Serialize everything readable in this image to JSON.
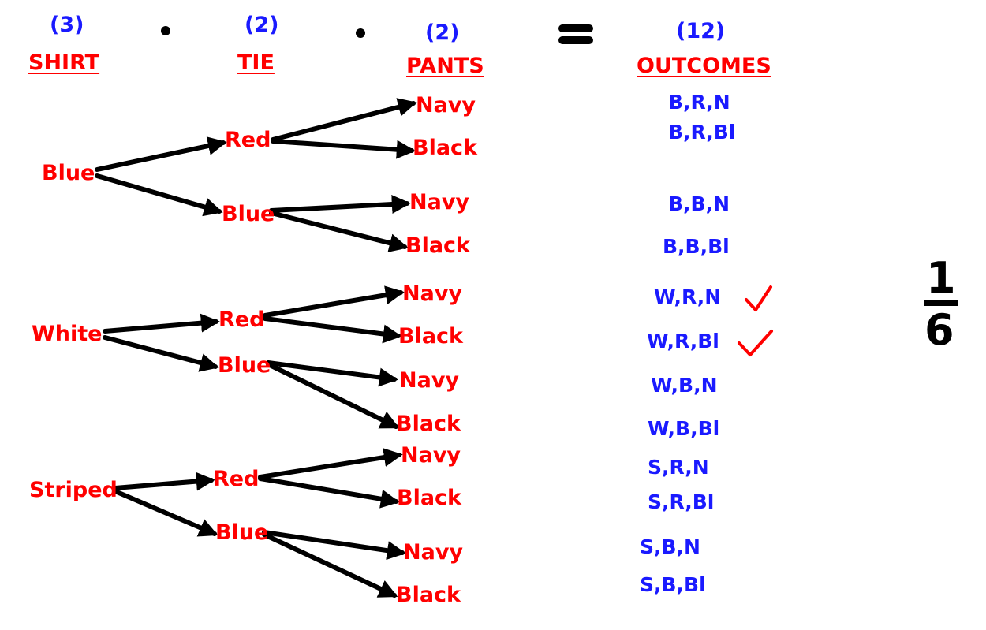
{
  "header": {
    "counts": [
      "(3)",
      "(2)",
      "(2)",
      "(12)"
    ],
    "titles": [
      "SHIRT",
      "TIE",
      "PANTS",
      "OUTCOMES"
    ]
  },
  "tree": {
    "shirts": [
      "Blue",
      "White",
      "Striped"
    ],
    "ties": [
      "Red",
      "Blue",
      "Red",
      "Blue",
      "Red",
      "Blue"
    ],
    "pants": [
      "Navy",
      "Black",
      "Navy",
      "Black",
      "Navy",
      "Black",
      "Navy",
      "Black",
      "Navy",
      "Black",
      "Navy",
      "Black"
    ]
  },
  "outcomes": [
    "B,R,N",
    "B,R,Bl",
    "B,B,N",
    "B,B,Bl",
    "W,R,N",
    "W,R,Bl",
    "W,B,N",
    "W,B,Bl",
    "S,R,N",
    "S,R,Bl",
    "S,B,N",
    "S,B,Bl"
  ],
  "checked_outcomes": [
    4,
    5
  ],
  "probability": {
    "numerator": "1",
    "denominator": "6"
  },
  "colors": {
    "header_count": "#1a1aff",
    "header_title": "#ff0000",
    "node": "#ff0000",
    "outcome": "#1a1aff",
    "check": "#ff0000",
    "edge": "#000000"
  },
  "icons": {
    "check": "checkmark-icon",
    "arrow": "arrow-head-icon"
  }
}
